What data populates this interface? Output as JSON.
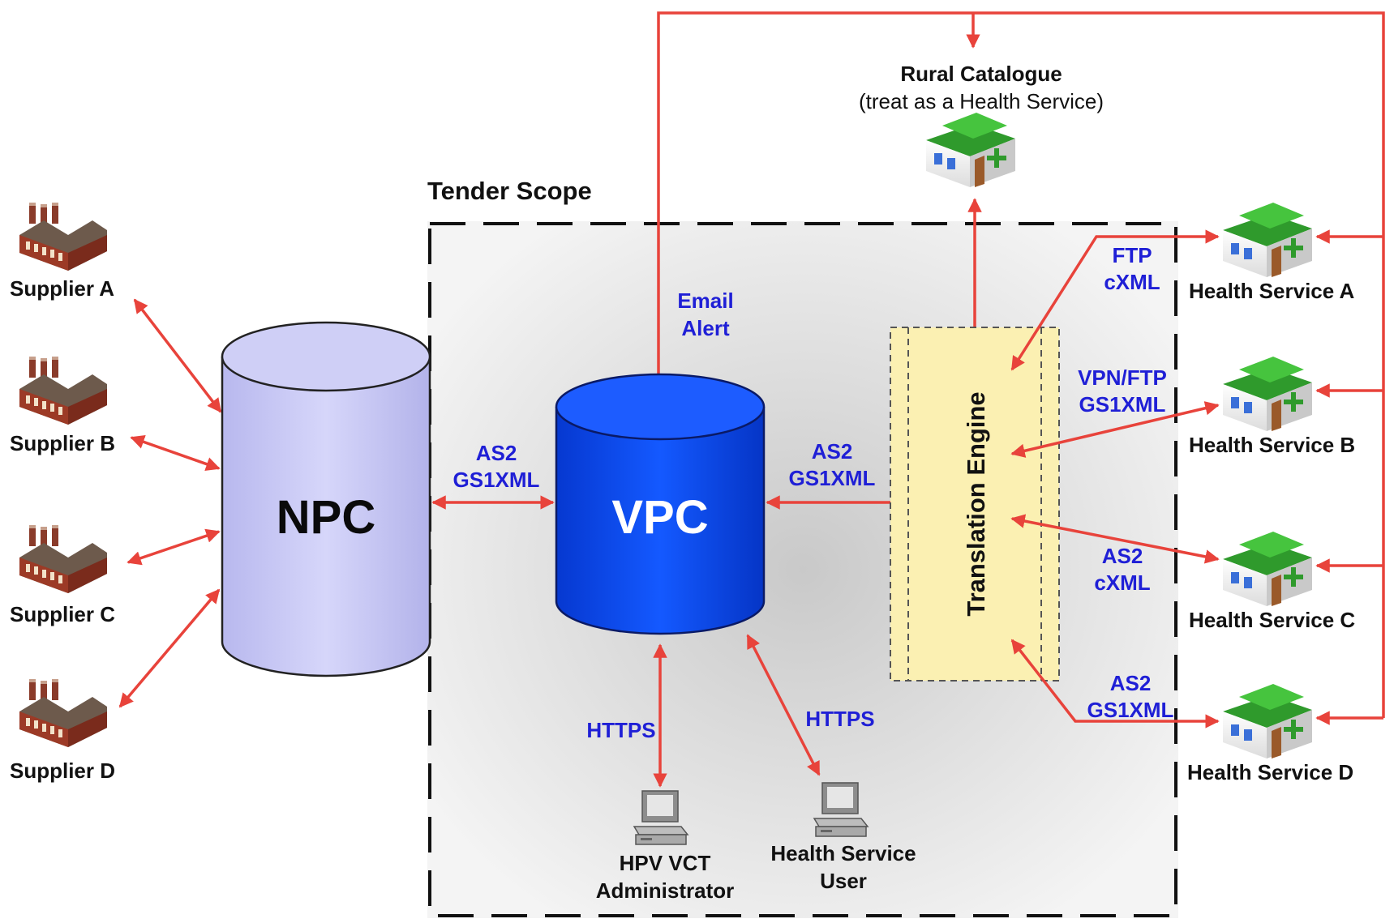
{
  "tender_scope": {
    "title": "Tender Scope"
  },
  "rural_catalogue": {
    "title": "Rural Catalogue",
    "subtitle": "(treat as a Health Service)"
  },
  "databases": {
    "npc": "NPC",
    "vpc": "VPC"
  },
  "translation_engine": "Translation Engine",
  "suppliers": [
    "Supplier A",
    "Supplier B",
    "Supplier C",
    "Supplier D"
  ],
  "health_services": [
    "Health Service A",
    "Health Service B",
    "Health Service C",
    "Health Service D"
  ],
  "protocols": {
    "npc_vpc": [
      "AS2",
      "GS1XML"
    ],
    "vpc_engine": [
      "AS2",
      "GS1XML"
    ],
    "email_alert": [
      "Email",
      "Alert"
    ],
    "hs_a": [
      "FTP",
      "cXML"
    ],
    "hs_b": [
      "VPN/FTP",
      "GS1XML"
    ],
    "hs_c": [
      "AS2",
      "cXML"
    ],
    "hs_d": [
      "AS2",
      "GS1XML"
    ],
    "https_admin": "HTTPS",
    "https_user": "HTTPS"
  },
  "workstations": {
    "admin": [
      "HPV VCT",
      "Administrator"
    ],
    "user": [
      "Health Service",
      "User"
    ]
  },
  "colors": {
    "arrow": "#e8433b",
    "npc_fill": "#c7c7f4",
    "vpc_fill": "#0a46ee",
    "engine_fill": "#fbf0b2",
    "protocol_text": "#1f1fd6",
    "house_roof": "#2f9a2c"
  }
}
